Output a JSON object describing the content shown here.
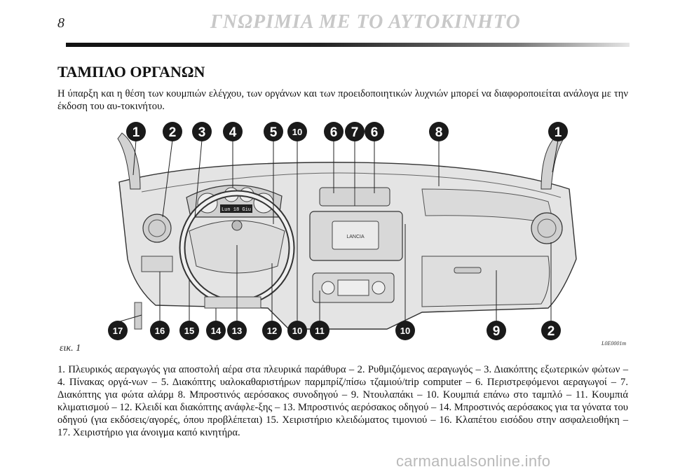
{
  "header": {
    "page_number": "8",
    "chapter_title": "ΓΝΩΡΙΜΙΑ ΜΕ ΤΟ ΑΥΤΟΚΙΝΗΤΟ"
  },
  "section": {
    "title": "ΤΑΜΠΛΟ ΟΡΓΑΝΩΝ",
    "intro": "Η ύπαρξη και η θέση των κουμπιών ελέγχου, των οργάνων και των προειδοποιητικών λυχνιών μπορεί να διαφοροποιείται ανάλογα με την έκδοση του αυ-τοκινήτου."
  },
  "figure": {
    "caption": "εικ. 1",
    "code": "L0E0001m",
    "display_text": "Lun 18 Giu",
    "brand_badge": "LANCIA",
    "callouts_top": [
      "1",
      "2",
      "3",
      "4",
      "5",
      "10",
      "6",
      "7",
      "6",
      "8",
      "1"
    ],
    "callouts_bottom": [
      "17",
      "16",
      "15",
      "14",
      "13",
      "12",
      "10",
      "11",
      "10",
      "9",
      "2"
    ]
  },
  "legend": {
    "text": "1. Πλευρικός αεραγωγός για αποστολή αέρα στα πλευρικά παράθυρα – 2. Ρυθμιζόμενος αεραγωγός – 3. Διακόπτης εξωτερικών φώτων – 4. Πίνακας οργά-νων – 5. Διακόπτης υαλοκαθαριστήρων παρμπρίζ/πίσω τζαμιού/trip computer – 6. Περιστρεφόμενοι αεραγωγοί – 7. Διακόπτης για φώτα αλάρμ 8. Μπροστινός αερόσακος συνοδηγού – 9. Ντουλαπάκι – 10. Κουμπιά επάνω στο ταμπλό – 11. Κουμπιά κλιματισμού – 12. Κλειδί και διακόπτης ανάφλε-ξης – 13. Μπροστινός αερόσακος οδηγού – 14. Μπροστινός αερόσακος για τα γόνατα του οδηγού (για εκδόσεις/αγορές, όπου προβλέπεται) 15. Χειριστήριο κλειδώματος τιμονιού – 16. Κλαπέτου εισόδου στην ασφαλειοθήκη – 17. Χειριστήριο για άνοιγμα καπό κινητήρα."
  },
  "watermark": "carmanualsonline.info"
}
